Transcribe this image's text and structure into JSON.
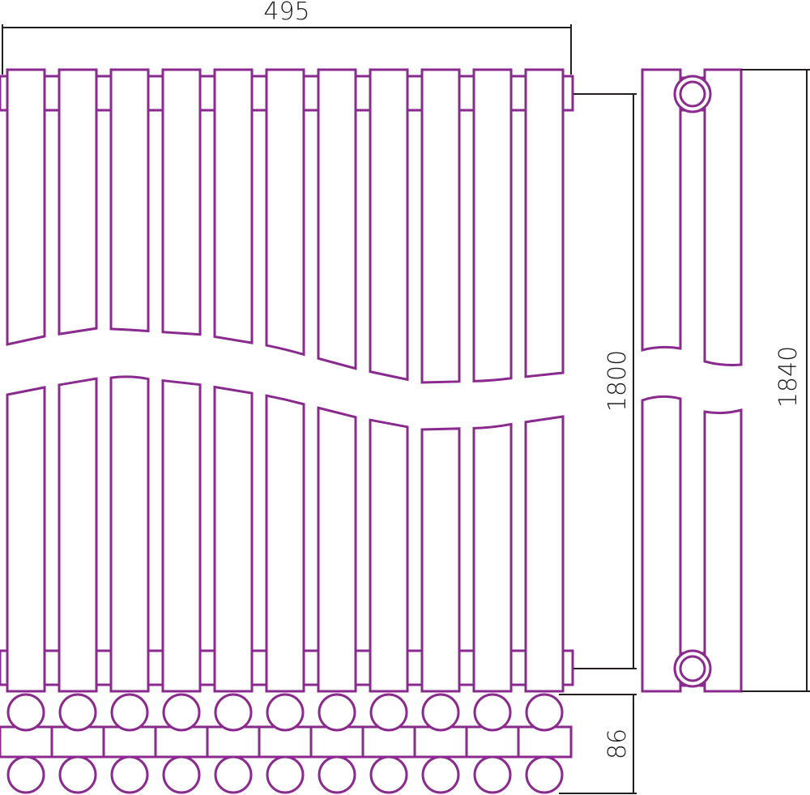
{
  "colors": {
    "outline": "#8b2a8e",
    "dimension": "#231f20",
    "background": "#ffffff"
  },
  "dimensions": {
    "width_label": "495",
    "inner_height_label": "1800",
    "total_height_label": "1840",
    "depth_label": "86"
  },
  "radiator": {
    "section_count": 11,
    "connection_count": 2
  }
}
